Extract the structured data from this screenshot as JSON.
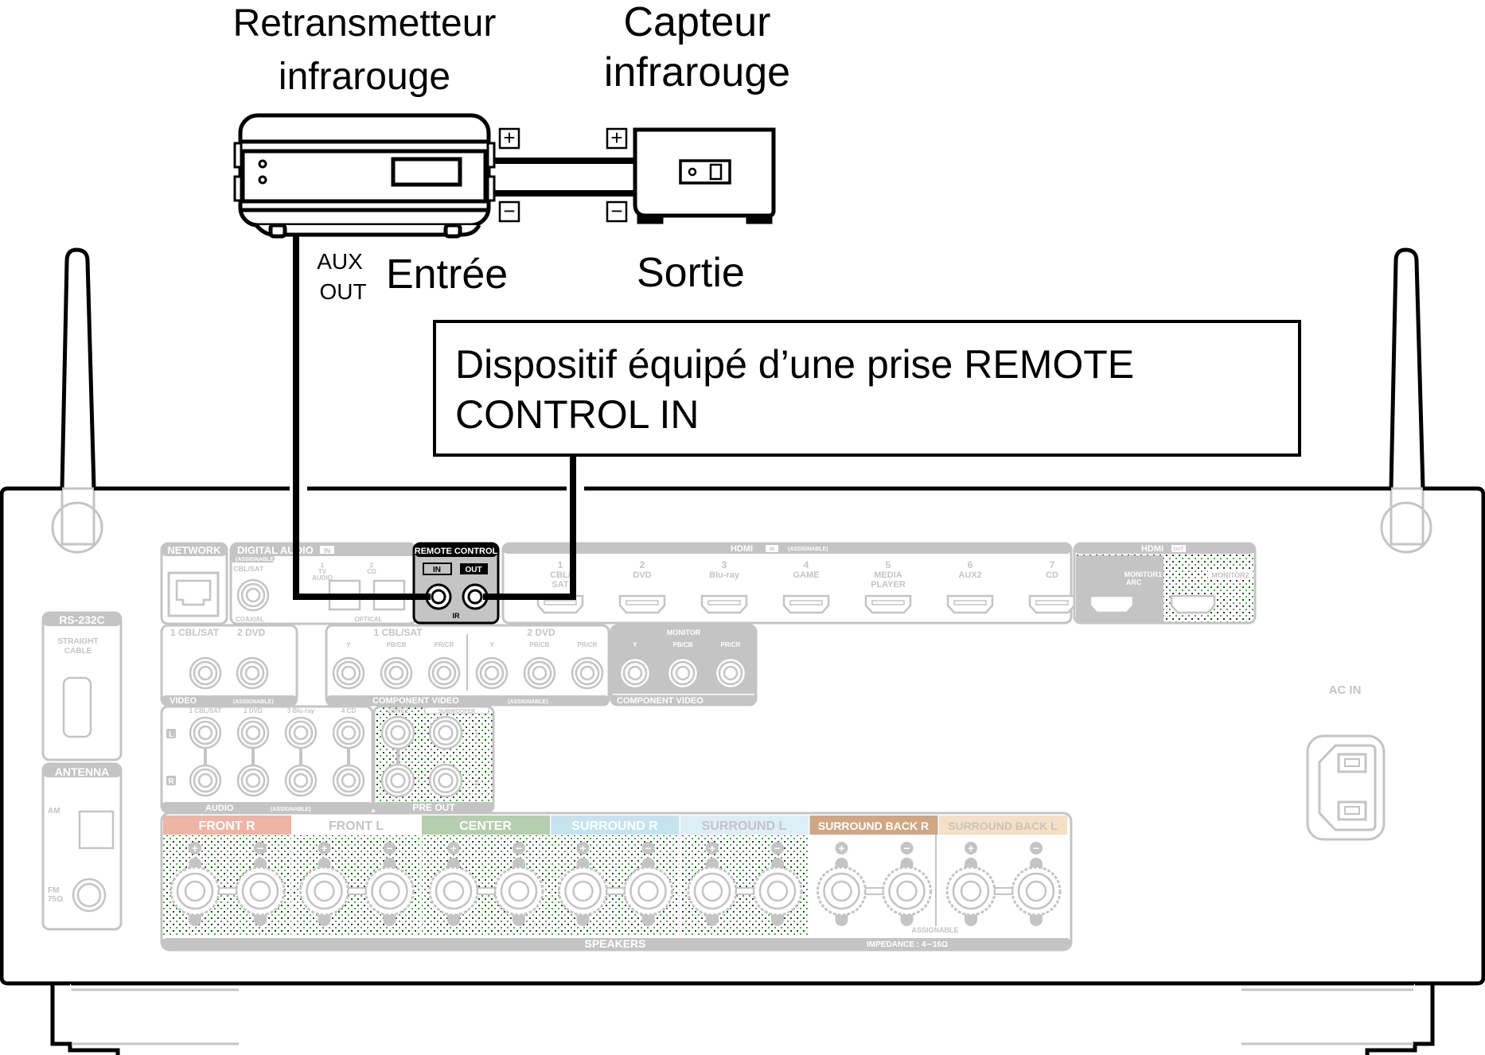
{
  "diagram": {
    "title": "Connexion d'un dispositif REMOTE CONTROL",
    "devices": {
      "ir_retransmitter": {
        "label_line1": "Retransmetteur",
        "label_line2": "infrarouge",
        "port_label_line1": "AUX",
        "port_label_line2": "OUT",
        "port_role": "Entrée"
      },
      "ir_sensor": {
        "label_line1": "Capteur",
        "label_line2": "infrarouge",
        "port_role": "Sortie"
      },
      "terminals": {
        "plus": "+",
        "minus": "−"
      },
      "remote_device_box": {
        "line1": "Dispositif équipé d’une prise REMOTE",
        "line2": "CONTROL IN"
      }
    },
    "receiver": {
      "network": "NETWORK",
      "digital_audio": {
        "title": "DIGITAL AUDIO",
        "badge": "IN",
        "assignable": "(ASSIGNABLE)",
        "coax_in": "CBL/SAT",
        "coax": "COAXIAL",
        "optical": "OPTICAL",
        "opt1_num": "1",
        "opt1_a": "TV",
        "opt1_b": "AUDIO",
        "opt2_num": "2",
        "opt2_a": "CD"
      },
      "remote_control": {
        "title": "REMOTE CONTROL",
        "in": "IN",
        "out": "OUT",
        "ir": "IR"
      },
      "hdmi_in": {
        "title": "HDMI",
        "badge": "IN",
        "assignable": "(ASSIGNABLE)",
        "ports": [
          {
            "num": "1",
            "name": "CBL/",
            "name2": "SAT"
          },
          {
            "num": "2",
            "name": "DVD",
            "name2": ""
          },
          {
            "num": "3",
            "name": "Blu-ray",
            "name2": ""
          },
          {
            "num": "4",
            "name": "GAME",
            "name2": ""
          },
          {
            "num": "5",
            "name": "MEDIA",
            "name2": "PLAYER"
          },
          {
            "num": "6",
            "name": "AUX2",
            "name2": ""
          },
          {
            "num": "7",
            "name": "CD",
            "name2": ""
          }
        ]
      },
      "hdmi_out": {
        "title": "HDMI",
        "badge": "OUT",
        "monitor1": "MONITOR1",
        "arc": "ARC",
        "monitor2": "MONITOR2"
      },
      "rs232c": {
        "title": "RS-232C",
        "line1": "STRAIGHT",
        "line2": "CABLE"
      },
      "antenna": {
        "title": "ANTENNA",
        "am": "AM",
        "fm": "FM",
        "fm_imp": "75Ω"
      },
      "video": {
        "title": "VIDEO",
        "badge": "IN",
        "assignable": "(ASSIGNABLE)",
        "in1": "1 CBL/SAT",
        "in2": "2 DVD"
      },
      "component_in": {
        "title": "COMPONENT VIDEO",
        "badge": "IN",
        "assignable": "(ASSIGNABLE)",
        "in1": "1 CBL/SAT",
        "in2": "2 DVD",
        "y": "Y",
        "pb": "PB/CB",
        "pr": "PR/CR"
      },
      "component_out": {
        "title": "COMPONENT VIDEO",
        "badge": "OUT",
        "monitor": "MONITOR",
        "y": "Y",
        "pb": "PB/CB",
        "pr": "PR/CR"
      },
      "audio_in": {
        "title": "AUDIO",
        "badge": "IN",
        "assignable": "(ASSIGNABLE)",
        "l": "L",
        "r": "R",
        "inputs": [
          "1 CBL/SAT",
          "2 DVD",
          "3 Blu-ray",
          "4 CD"
        ]
      },
      "pre_out": {
        "title": "PRE OUT",
        "zone2": "ZONE2",
        "subwoofer": "SUBWOOFER",
        "sub1": "1",
        "sub2": "2"
      },
      "ac_in": "AC IN",
      "speakers": {
        "title": "SPEAKERS",
        "impedance": "IMPEDANCE : 4∼16Ω",
        "assignable": "ASSIGNABLE",
        "channels": [
          {
            "name": "FRONT",
            "side": "R",
            "color": "#eeb4a4"
          },
          {
            "name": "FRONT",
            "side": "L",
            "color": "#ffffff"
          },
          {
            "name": "CENTER",
            "side": "",
            "color": "#b3cfae"
          },
          {
            "name": "SURROUND",
            "side": "R",
            "color": "#c4e3ef"
          },
          {
            "name": "SURROUND",
            "side": "L",
            "color": "#ddeff5"
          },
          {
            "name": "SURROUND BACK",
            "side": "R",
            "color": "#cfa784"
          },
          {
            "name": "SURROUND BACK",
            "side": "L",
            "color": "#f6dfc5"
          }
        ]
      }
    }
  }
}
